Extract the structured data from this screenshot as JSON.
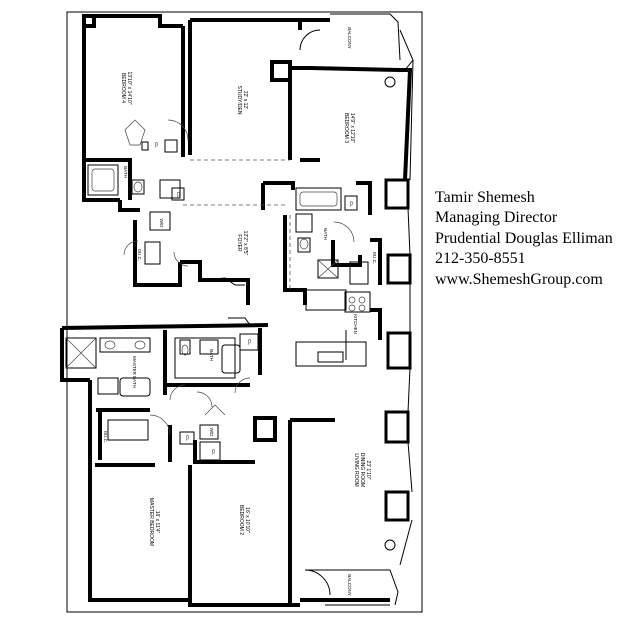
{
  "contact": {
    "name": "Tamir Shemesh",
    "title": "Managing Director",
    "company": "Prudential Douglas Elliman",
    "phone": "212-350-8551",
    "website": "www.ShemeshGroup.com"
  },
  "rooms": {
    "bedroom4": {
      "name": "BEDROOM 4",
      "size": "13'10\" x 14'10\""
    },
    "study": {
      "name": "STUDY/DEN",
      "size": "22' x 12'"
    },
    "bedroom3": {
      "name": "BEDROOM 3",
      "size": "14'9\" x 12'10\""
    },
    "foyer": {
      "name": "FOYER",
      "size": "12'2\" x 8'5\""
    },
    "master_bedroom": {
      "name": "MASTER BEDROOM",
      "size": "16' x 11'4\""
    },
    "bedroom2": {
      "name": "BEDROOM 2",
      "size": "16' x 10'10\""
    },
    "living": {
      "name": "LIVING ROOM",
      "name2": "DINING ROOM",
      "size": "23' 1'10\""
    }
  },
  "labels": {
    "bath": "BATH",
    "master_bath": "MASTER BATH",
    "wic": "W.I.C.",
    "wd": "W/D",
    "cl": "CL",
    "kitchen": "KITCHEN",
    "balcony": "BALCONY"
  }
}
